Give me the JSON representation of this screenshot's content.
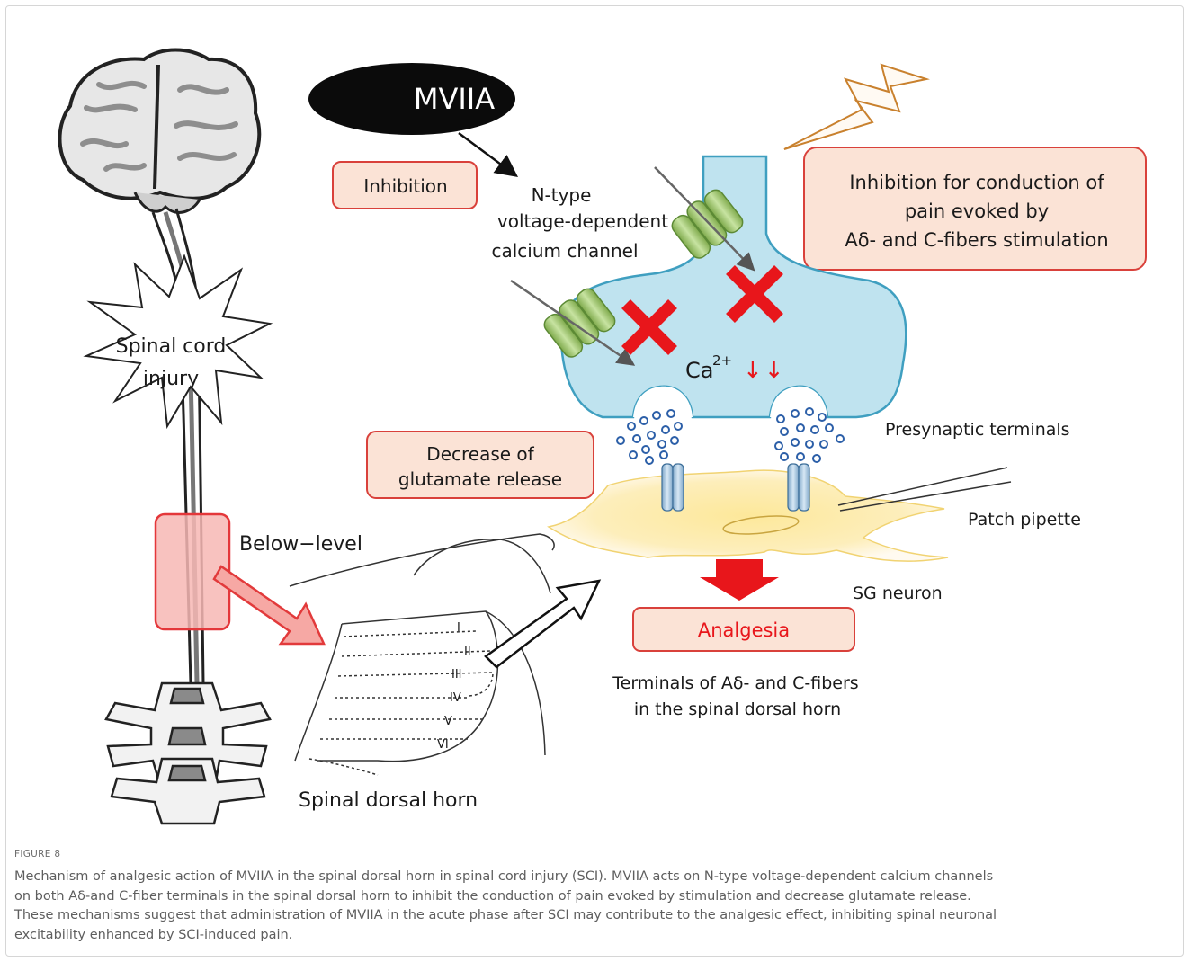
{
  "diagram": {
    "drug": "MVIIA",
    "inhibition_tag": "Inhibition",
    "channel_label": [
      "N-type",
      "voltage-dependent",
      "calcium channel"
    ],
    "conduction_box": [
      "Inhibition for conduction of",
      "pain evoked by",
      "Aδ- and C-fibers stimulation"
    ],
    "calcium": "Ca",
    "calcium_charge": "2+",
    "calcium_arrows": "↓↓",
    "presynaptic": "Presynaptic terminals",
    "glutamate_box": [
      "Decrease of",
      "glutamate release"
    ],
    "patch_pipette": "Patch pipette",
    "sg_neuron": "SG neuron",
    "analgesia": "Analgesia",
    "terminals": [
      "Terminals of Aδ- and C-fibers",
      "in the spinal dorsal horn"
    ],
    "sci_label": [
      "Spinal cord",
      "injury"
    ],
    "below_level": "Below−level",
    "laminae": [
      "I",
      "II",
      "III",
      "IV",
      "V",
      "VI"
    ],
    "dorsal_horn": "Spinal dorsal horn",
    "colors": {
      "red": "#e8161b",
      "box_fill": "#fbe3d6",
      "box_border": "#d9413b",
      "terminal_fill": "#bfe3ef",
      "terminal_stroke": "#3f9fc0",
      "neuron_fill": "#fde89a",
      "lightning": "#c9812e",
      "channel": "#9cc46c"
    }
  },
  "caption": {
    "label": "FIGURE 8",
    "lines": [
      "Mechanism of analgesic action of MVIIA in the spinal dorsal horn in spinal cord injury (SCI). MVIIA acts on N-type voltage-dependent calcium channels",
      "on both Aδ-and C-fiber terminals in the spinal dorsal horn to inhibit the conduction of pain evoked by stimulation and decrease glutamate release.",
      "These mechanisms suggest that administration of MVIIA in the acute phase after SCI may contribute to the analgesic effect, inhibiting spinal neuronal",
      "excitability enhanced by SCI-induced pain."
    ]
  }
}
